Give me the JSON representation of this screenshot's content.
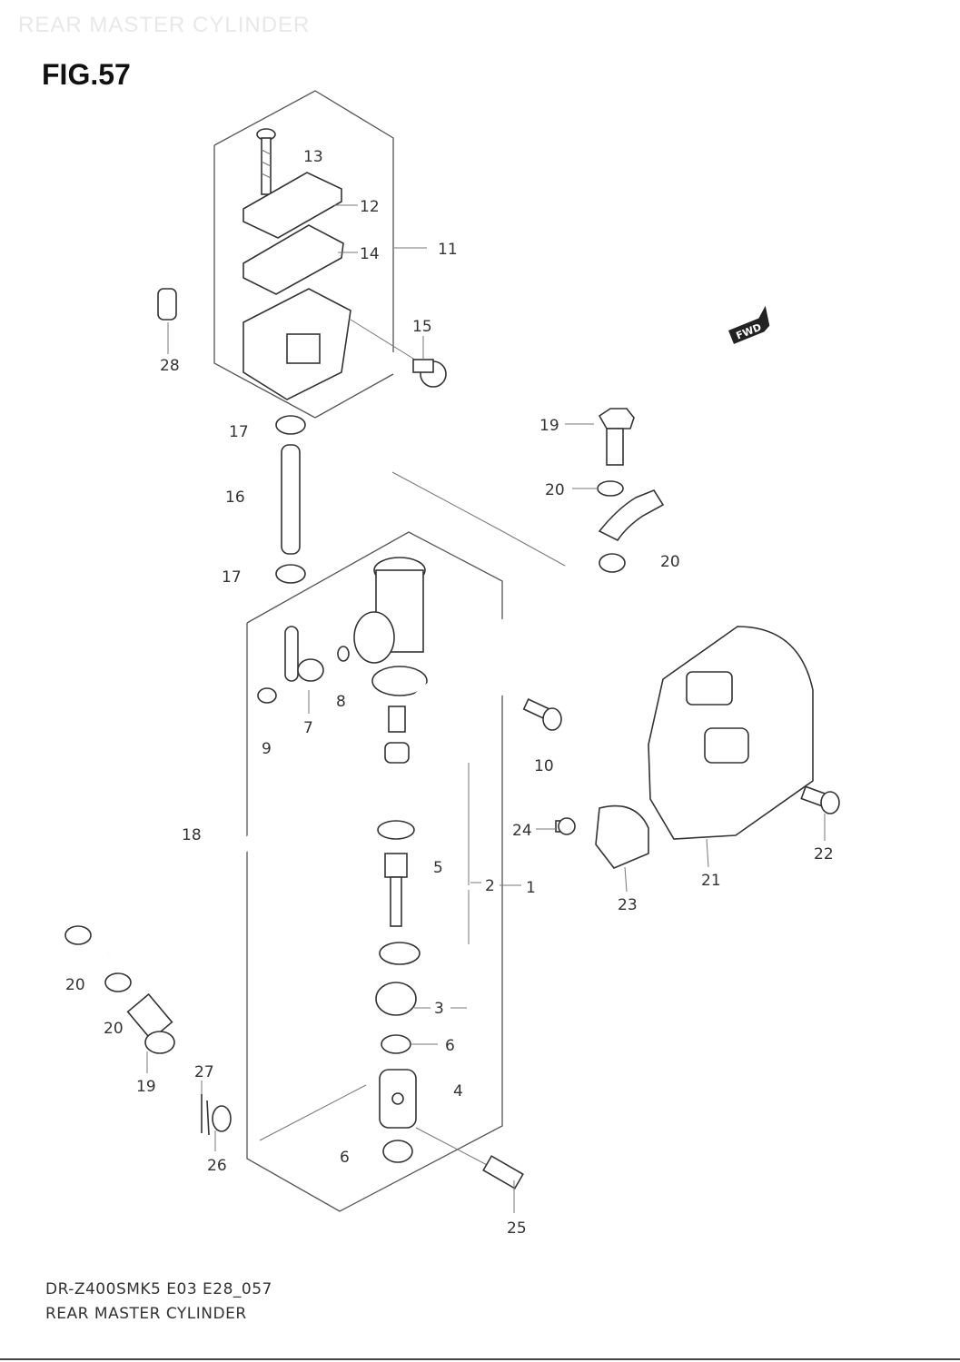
{
  "header": {
    "ghost_title": "REAR MASTER CYLINDER",
    "figure": "FIG.57"
  },
  "footer": {
    "code": "DR-Z400SMK5 E03 E28_057",
    "name": "REAR MASTER CYLINDER"
  },
  "fwd_badge": "FWD",
  "callouts": {
    "c1": "1",
    "c2": "2",
    "c3": "3",
    "c4": "4",
    "c5": "5",
    "c6a": "6",
    "c6b": "6",
    "c7": "7",
    "c8": "8",
    "c9": "9",
    "c10": "10",
    "c11": "11",
    "c12": "12",
    "c13": "13",
    "c14": "14",
    "c15": "15",
    "c16": "16",
    "c17a": "17",
    "c17b": "17",
    "c18": "18",
    "c19a": "19",
    "c19b": "19",
    "c20a": "20",
    "c20b": "20",
    "c20c": "20",
    "c20d": "20",
    "c21": "21",
    "c22": "22",
    "c23": "23",
    "c24": "24",
    "c25": "25",
    "c26": "26",
    "c27": "27",
    "c28": "28"
  }
}
